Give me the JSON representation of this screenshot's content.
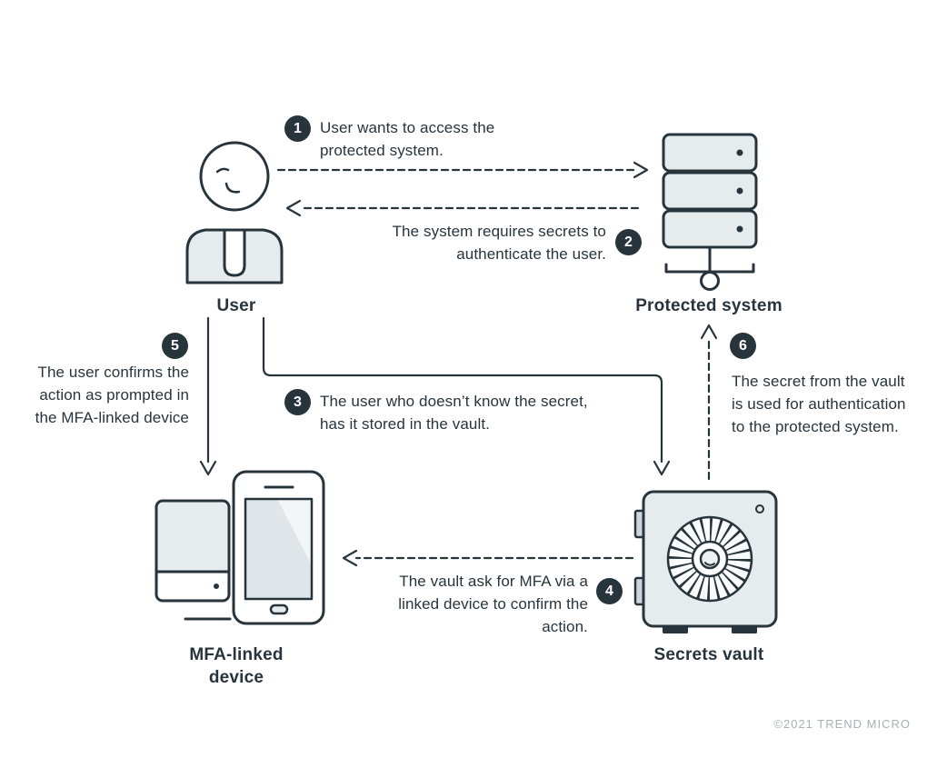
{
  "colors": {
    "ink": "#28343c",
    "icon_fill": "#e6ebed",
    "badge_bg": "#28343c",
    "muted_text": "#a8b1b6",
    "background": "#ffffff"
  },
  "nodes": {
    "user": {
      "label": "User"
    },
    "protected_system": {
      "label": "Protected system"
    },
    "mfa_device": {
      "label": "MFA-linked device"
    },
    "secrets_vault": {
      "label": "Secrets vault"
    }
  },
  "steps": [
    {
      "num": "1",
      "text": "User wants to access the protected system."
    },
    {
      "num": "2",
      "text": "The system requires secrets to authenticate the user."
    },
    {
      "num": "3",
      "text": "The user who doesn’t know the secret, has it stored in the vault."
    },
    {
      "num": "4",
      "text": "The vault ask for MFA via a linked device to confirm the action."
    },
    {
      "num": "5",
      "text": "The user confirms the action as prompted in the MFA-linked device"
    },
    {
      "num": "6",
      "text": "The secret from the vault is used for authentication to the protected system."
    }
  ],
  "footer": {
    "copyright": "©2021 TREND MICRO"
  }
}
